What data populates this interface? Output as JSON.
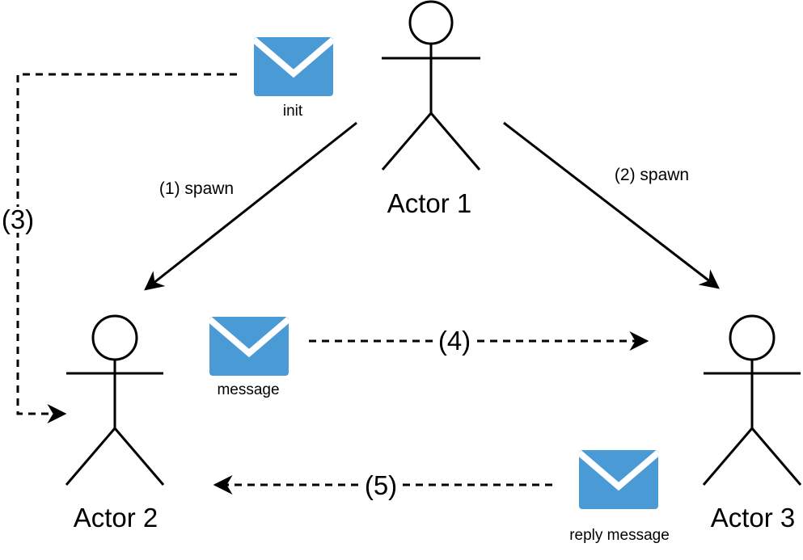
{
  "actors": {
    "actor1": "Actor 1",
    "actor2": "Actor 2",
    "actor3": "Actor 3"
  },
  "edges": {
    "spawn1": "(1) spawn",
    "spawn2": "(2) spawn",
    "step3": "(3)",
    "step4": "(4)",
    "step5": "(5)"
  },
  "messages": {
    "init": "init",
    "message": "message",
    "reply": "reply message"
  },
  "colors": {
    "envelope": "#4a9ad6",
    "line": "#000000"
  },
  "icons": {
    "actor": "stick-figure-icon",
    "message": "envelope-icon"
  }
}
